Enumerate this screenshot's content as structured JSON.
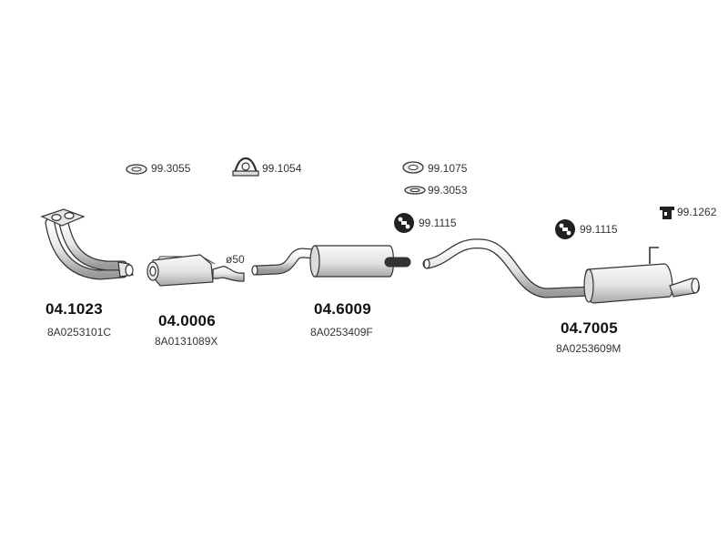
{
  "hardware": {
    "clamp_a": "99.3055",
    "clamp_b": "99.1054",
    "ring_a": "99.1075",
    "ring_b": "99.3053",
    "mount_a": "99.1115",
    "mount_b": "99.1115",
    "bracket": "99.1262"
  },
  "dimension_label": "ø50",
  "parts": [
    {
      "number": "04.1023",
      "oem": "8A0253101C"
    },
    {
      "number": "04.0006",
      "oem": "8A0131089X"
    },
    {
      "number": "04.6009",
      "oem": "8A0253409F"
    },
    {
      "number": "04.7005",
      "oem": "8A0253609M"
    }
  ],
  "colors": {
    "line": "#333333",
    "fill": "#e8e8e8",
    "shade": "#bdbdbd"
  }
}
